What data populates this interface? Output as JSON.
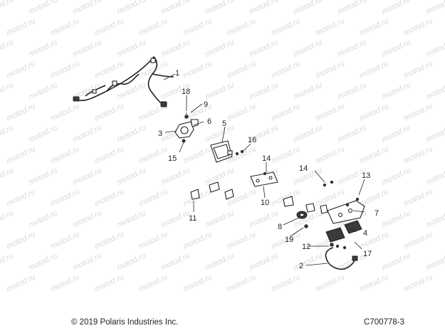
{
  "watermark": "motod.ru",
  "callouts": [
    "1",
    "2",
    "3",
    "4",
    "5",
    "6",
    "7",
    "8",
    "9",
    "10",
    "11",
    "12",
    "13",
    "14",
    "14",
    "15",
    "16",
    "17",
    "18",
    "19"
  ],
  "footer": {
    "copyright": "© 2019 Polaris Industries Inc.",
    "figure_id": "C700778-3"
  }
}
